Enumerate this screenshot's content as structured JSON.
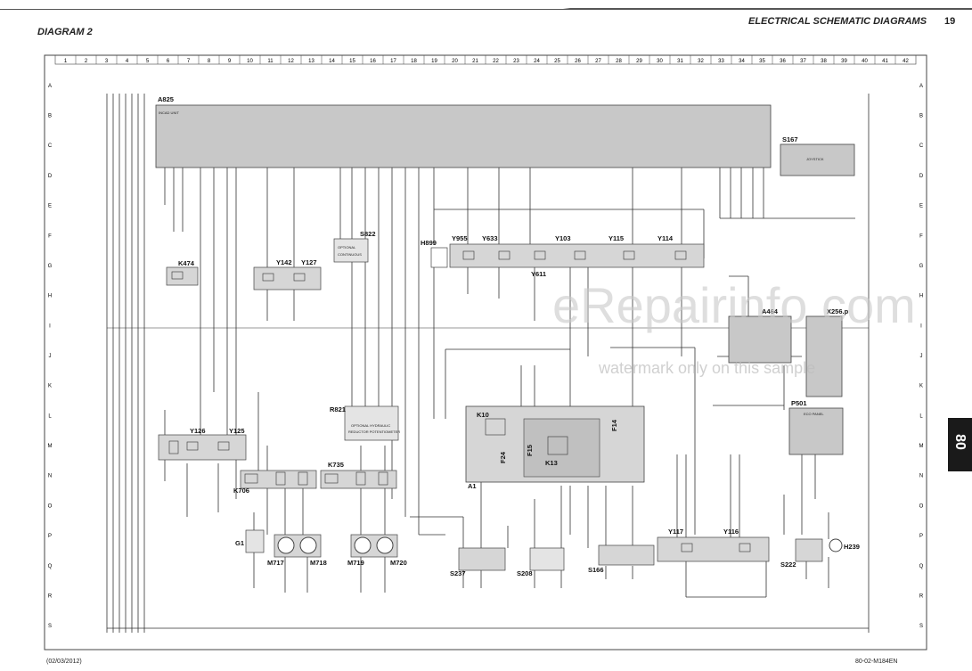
{
  "header": {
    "diagram_title": "DIAGRAM 2",
    "section_title": "ELECTRICAL SCHEMATIC DIAGRAMS",
    "page_number": "19"
  },
  "footer": {
    "date": "(02/03/2012)",
    "doc_code": "80-02-M184EN"
  },
  "side_tab": "80",
  "watermark": {
    "line1": "eRepairinfo.com",
    "line2": "watermark only on this sample"
  },
  "grid": {
    "columns": [
      "1",
      "2",
      "3",
      "4",
      "5",
      "6",
      "7",
      "8",
      "9",
      "10",
      "11",
      "12",
      "13",
      "14",
      "15",
      "16",
      "17",
      "18",
      "19",
      "20",
      "21",
      "22",
      "23",
      "24",
      "25",
      "26",
      "27",
      "28",
      "29",
      "30",
      "31",
      "32",
      "33",
      "34",
      "35",
      "36",
      "37",
      "38",
      "39",
      "40",
      "41",
      "42"
    ],
    "rows": [
      "A",
      "B",
      "C",
      "D",
      "E",
      "F",
      "G",
      "H",
      "I",
      "J",
      "K",
      "L",
      "M",
      "N",
      "O",
      "P",
      "Q",
      "R",
      "S"
    ]
  },
  "components": [
    {
      "id": "a825",
      "label": "A825",
      "sub": "INCAD UNIT"
    },
    {
      "id": "s167",
      "label": "S167",
      "sub": "JOYSTICK"
    },
    {
      "id": "k474",
      "label": "K474"
    },
    {
      "id": "y142",
      "label": "Y142"
    },
    {
      "id": "y127",
      "label": "Y127"
    },
    {
      "id": "s822",
      "label": "S822",
      "sub1": "OPTIONAL",
      "sub2": "CONTINUOUS"
    },
    {
      "id": "h899",
      "label": "H899"
    },
    {
      "id": "y955",
      "label": "Y955"
    },
    {
      "id": "y633",
      "label": "Y633"
    },
    {
      "id": "y611",
      "label": "Y611"
    },
    {
      "id": "y103",
      "label": "Y103"
    },
    {
      "id": "y115",
      "label": "Y115"
    },
    {
      "id": "y114",
      "label": "Y114"
    },
    {
      "id": "a464",
      "label": "A464"
    },
    {
      "id": "x256",
      "label": "X256.p"
    },
    {
      "id": "r821",
      "label": "R821",
      "sub1": "OPTIONAL HYDRAULIC",
      "sub2": "REDUCTOR POTENTIOMETER"
    },
    {
      "id": "k10",
      "label": "K10"
    },
    {
      "id": "f24",
      "label": "F24"
    },
    {
      "id": "f15",
      "label": "F15"
    },
    {
      "id": "k13",
      "label": "K13"
    },
    {
      "id": "f14",
      "label": "F14"
    },
    {
      "id": "a1",
      "label": "A1"
    },
    {
      "id": "y126",
      "label": "Y126"
    },
    {
      "id": "y125",
      "label": "Y125"
    },
    {
      "id": "k706",
      "label": "K706"
    },
    {
      "id": "k735",
      "label": "K735"
    },
    {
      "id": "g1",
      "label": "G1"
    },
    {
      "id": "m717",
      "label": "M717"
    },
    {
      "id": "m718",
      "label": "M718"
    },
    {
      "id": "m719",
      "label": "M719"
    },
    {
      "id": "m720",
      "label": "M720"
    },
    {
      "id": "s237",
      "label": "S237"
    },
    {
      "id": "s208",
      "label": "S208"
    },
    {
      "id": "s166",
      "label": "S166"
    },
    {
      "id": "y117",
      "label": "Y117"
    },
    {
      "id": "y116",
      "label": "Y116"
    },
    {
      "id": "s222",
      "label": "S222"
    },
    {
      "id": "h239",
      "label": "H239"
    },
    {
      "id": "p501",
      "label": "P501",
      "sub": "ECO PANEL"
    }
  ],
  "colors": {
    "line": "#333333",
    "box_fill": "#c8c8c8",
    "light_fill": "#e4e4e4",
    "tab": "#1a1a1a"
  }
}
